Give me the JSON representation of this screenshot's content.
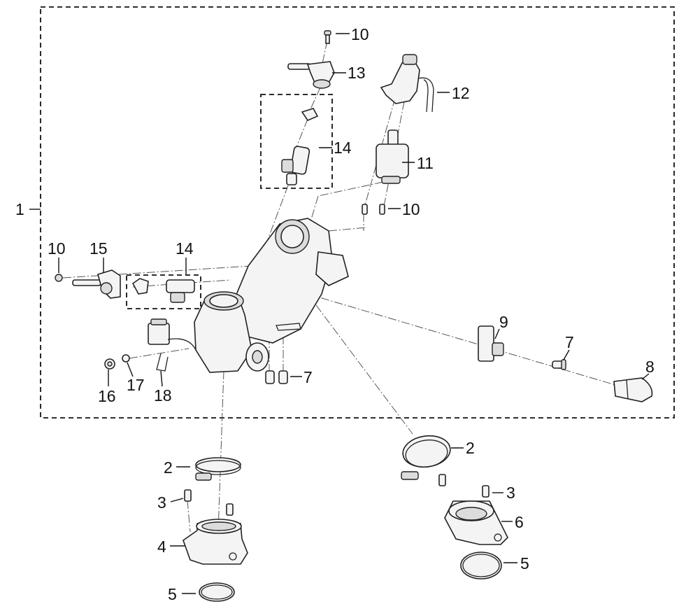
{
  "callouts": {
    "c1": "1",
    "c2a": "2",
    "c2b": "2",
    "c3a": "3",
    "c3b": "3",
    "c4": "4",
    "c5a": "5",
    "c5b": "5",
    "c6": "6",
    "c7a": "7",
    "c7b": "7",
    "c8": "8",
    "c9": "9",
    "c10a": "10",
    "c10b": "10",
    "c10c": "10",
    "c11": "11",
    "c12": "12",
    "c13": "13",
    "c14a": "14",
    "c14b": "14",
    "c15": "15",
    "c16": "16",
    "c17": "17",
    "c18": "18"
  }
}
